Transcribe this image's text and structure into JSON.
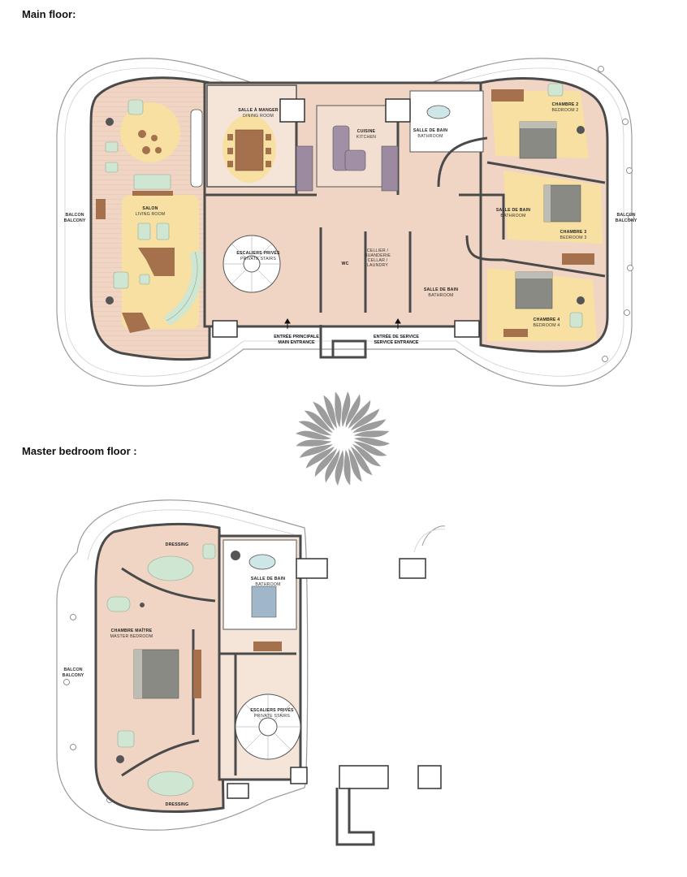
{
  "floors": {
    "main": {
      "title": "Main floor:",
      "balcony_left": [
        "BALCON",
        "BALCONY"
      ],
      "balcony_right": [
        "BALCON",
        "BALCONY"
      ],
      "rooms": {
        "dining": [
          "SALLE À MANGER",
          "DINING ROOM"
        ],
        "kitchen": [
          "CUISINE",
          "KITCHEN"
        ],
        "bath_top": [
          "SALLE DE BAIN",
          "BATHROOM"
        ],
        "bedroom2": [
          "CHAMBRE 2",
          "BEDROOM 2"
        ],
        "living": [
          "SALON",
          "LIVING ROOM"
        ],
        "bath_mid": [
          "SALLE DE BAIN",
          "BATHROOM"
        ],
        "bedroom3": [
          "CHAMBRE 3",
          "BEDROOM 3"
        ],
        "stairs": [
          "ESCALIERS PRIVÉS",
          "PRIVATE STAIRS"
        ],
        "wc": "WC",
        "laundry": [
          "CELLIER /",
          "BUANDERIE",
          "CELLAR /",
          "LAUNDRY"
        ],
        "bath_low": [
          "SALLE DE BAIN",
          "BATHROOM"
        ],
        "bedroom4": [
          "CHAMBRE 4",
          "BEDROOM 4"
        ]
      },
      "entrances": {
        "main": [
          "ENTRÉE PRINCIPALE",
          "MAIN ENTRANCE"
        ],
        "service": [
          "ENTRÉE DE SERVICE",
          "SERVICE ENTRANCE"
        ]
      }
    },
    "master": {
      "title": "Master bedroom floor :",
      "balcony": [
        "BALCON",
        "BALCONY"
      ],
      "rooms": {
        "dressing_top": "DRESSING",
        "bath": [
          "SALLE DE BAIN",
          "BATHROOM"
        ],
        "master_bedroom": [
          "CHAMBRE MAÎTRE",
          "MASTER BEDROOM"
        ],
        "stairs": [
          "ESCALIERS PRIVÉS",
          "PRIVATE STAIRS"
        ],
        "dressing_bottom": "DRESSING"
      }
    }
  },
  "colors": {
    "floor_pink": "#f0d5c4",
    "rug_yellow": "#f7e0a2",
    "wall": "#4a4a4a",
    "furniture_green": "#cfe6d2",
    "bed_gray": "#8a8a84",
    "wood": "#a5714d",
    "balcony_line": "#9a9a9a"
  }
}
